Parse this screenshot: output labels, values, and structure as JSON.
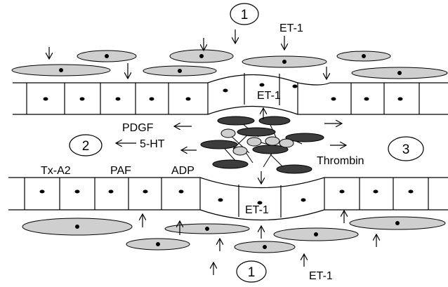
{
  "labels": {
    "marker_top": "1",
    "marker_bottom": "1",
    "marker_left": "2",
    "marker_right": "3",
    "et1_top_outer": "ET-1",
    "et1_top_inner": "ET-1",
    "et1_bottom_inner": "ET-1",
    "et1_bottom_outer": "ET-1",
    "pdgf": "PDGF",
    "ht5": "5-HT",
    "txa2": "Tx-A2",
    "paf": "PAF",
    "adp": "ADP",
    "thrombin": "Thrombin"
  },
  "colors": {
    "stroke": "#000000",
    "smooth_muscle_fill": "#cfcfcf",
    "platelet_dark": "#3c3c3c",
    "platelet_light": "#cfcfcf",
    "background": "#ffffff"
  }
}
